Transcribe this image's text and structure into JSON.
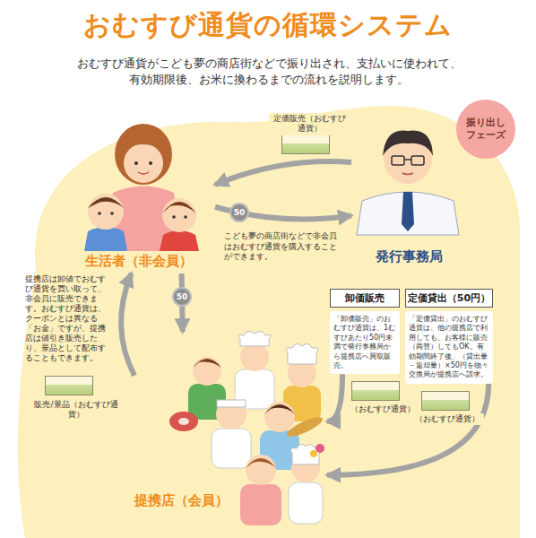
{
  "diagram": {
    "title": "おむすび通貨の循環システム",
    "nodes": [
      {
        "text": [
          "生活者（非会員）"
        ]
      },
      {
        "text": [
          "発行事務局"
        ]
      },
      {
        "text": [
          "提携店（会員）"
        ]
      },
      {
        "text": [
          "振り出しフェーズ"
        ]
      },
      {
        "text": [
          "卸価販売",
          "「卸価販売」のおむすび通貨は、1むすびあたり50円未満で発行事務局から提携店へ買取販売。"
        ]
      },
      {
        "text": [
          "定価貸出（50円）",
          "「定価貸出」のおむすび通貨は、他の提携店で利用しても、お客様に販売（両替）してもOK。有効期間終了後、（貸出量－返却量）×50円を物々交換局が提携店へ請求。"
        ]
      }
    ],
    "edges": [
      {
        "from": 1,
        "to": 0,
        "label": "定価販売（おむすび通貨）",
        "arrow": "to"
      },
      {
        "from": 0,
        "to": 1,
        "label": "50",
        "arrow": "to"
      },
      {
        "from": 0,
        "to": 2,
        "label": "50",
        "arrow": "to"
      },
      {
        "from": 2,
        "to": 0,
        "label": "販売/景品（おむすび通貨）",
        "arrow": "to"
      },
      {
        "from": 4,
        "to": 2,
        "label": "（おむすび通貨）",
        "arrow": "to"
      },
      {
        "from": 5,
        "to": 2,
        "label": "（おむすび通貨）",
        "arrow": "to"
      }
    ],
    "labels": [
      "おむすび通貨がこども夢の商店街などで振り出され、支払いに使われて、有効期限後、お米に換わるまでの流れを説明します。",
      "こども夢の商店街などで非会員はおむすび通貨を購入することができます。",
      "提携店は卸値でおむすび通貨を買い取って、非会員に販売できます。おむすび通貨は、クーポンとは異なる「お金」ですが、提携店は値引き販売したり、景品として配布することもできます。"
    ]
  }
}
